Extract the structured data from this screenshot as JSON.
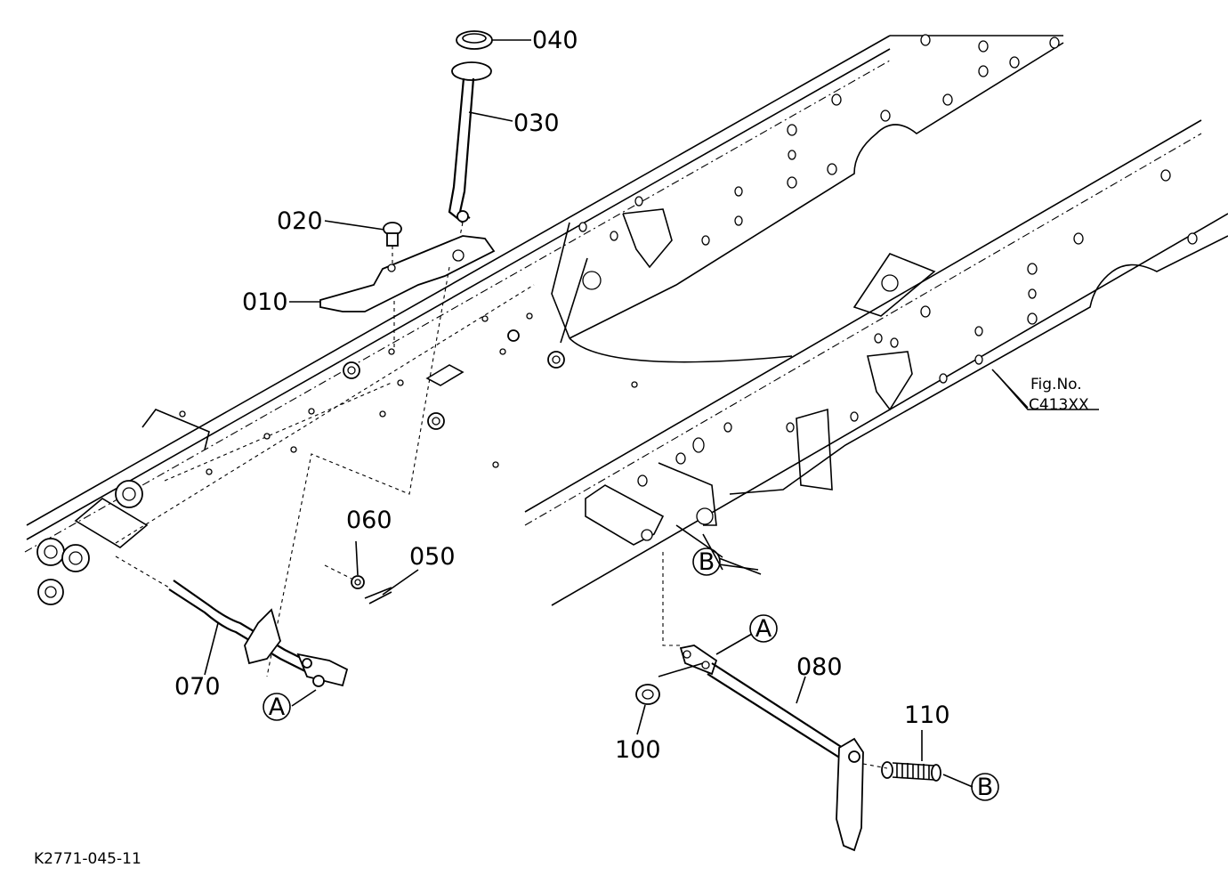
{
  "part_labels": {
    "p010": "010",
    "p020": "020",
    "p030": "030",
    "p040": "040",
    "p050": "050",
    "p060": "060",
    "p070": "070",
    "p080": "080",
    "p100": "100",
    "p110": "110"
  },
  "ref_markers": {
    "a1": "A",
    "a2": "A",
    "b1": "B",
    "b2": "B"
  },
  "figure_ref": {
    "line1": "Fig.No.",
    "line2": "C413XX"
  },
  "drawing_code": "K2771-045-11"
}
